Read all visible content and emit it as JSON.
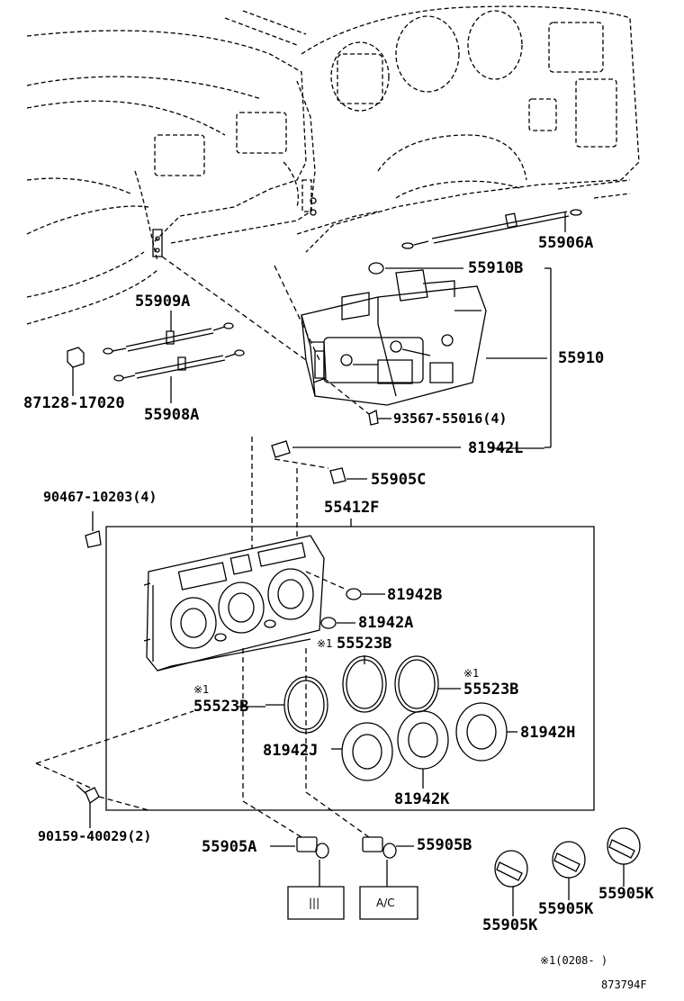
{
  "labels": {
    "p55906A": "55906A",
    "p55910B": "55910B",
    "p55909A": "55909A",
    "p55910": "55910",
    "p87128": "87128-17020",
    "p55908A": "55908A",
    "p93567": "93567-55016(4)",
    "p81942L": "81942L",
    "p55905C": "55905C",
    "p90467": "90467-10203(4)",
    "p55412F": "55412F",
    "p81942B": "81942B",
    "p81942A": "81942A",
    "p55523B_a_mark": "※1",
    "p55523B_a": "55523B",
    "p55523B_b_mark": "※1",
    "p55523B_b": "55523B",
    "p55523B_c_mark": "※1",
    "p55523B_c": "55523B",
    "p81942H": "81942H",
    "p81942J": "81942J",
    "p81942K": "81942K",
    "p90159": "90159-40029(2)",
    "p55905A": "55905A",
    "p55905B": "55905B",
    "p55905K_a": "55905K",
    "p55905K_b": "55905K",
    "p55905K_c": "55905K"
  },
  "switches": {
    "defog_symbol": "|||",
    "ac": "A/C"
  },
  "footnote": "※1(0208-   )",
  "figure_id": "873794F"
}
